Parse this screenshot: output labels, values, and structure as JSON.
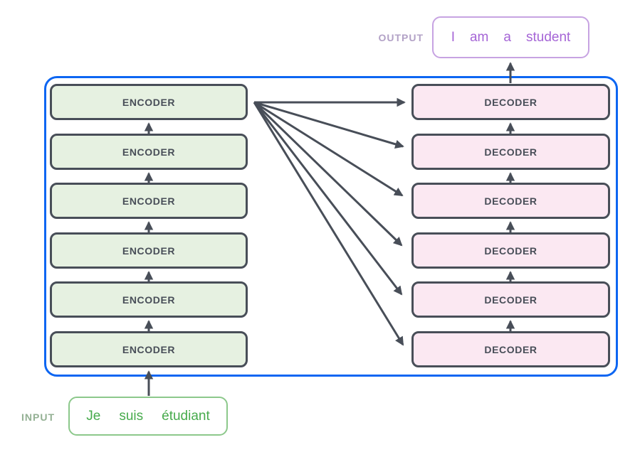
{
  "diagram": {
    "type": "transformer-encoder-decoder-stack",
    "labels": {
      "output": "OUTPUT",
      "input": "INPUT"
    },
    "encoders": [
      "ENCODER",
      "ENCODER",
      "ENCODER",
      "ENCODER",
      "ENCODER",
      "ENCODER"
    ],
    "decoders": [
      "DECODER",
      "DECODER",
      "DECODER",
      "DECODER",
      "DECODER",
      "DECODER"
    ],
    "output_box": {
      "words": [
        "I",
        "am",
        "a",
        "student"
      ],
      "text": "I am a student"
    },
    "input_box": {
      "words": [
        "Je",
        "suis",
        "étudiant"
      ],
      "text": "Je suis étudiant"
    },
    "colors": {
      "container_border": "#0d66f2",
      "box_border": "#484e58",
      "box_text": "#484e58",
      "encoder_fill": "#e6f1e1",
      "decoder_fill": "#fbe8f2",
      "arrow": "#484e58",
      "output_box_border": "#c7a3e2",
      "output_text": "#a565d6",
      "input_box_border": "#8cc88b",
      "input_text": "#47ab4c",
      "output_label": "#b2a1c6",
      "input_label": "#93b093"
    }
  }
}
